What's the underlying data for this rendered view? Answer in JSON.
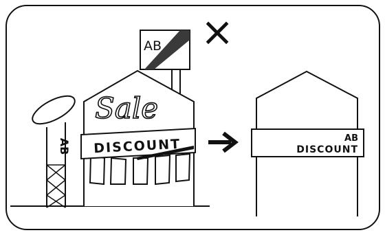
{
  "illustration": {
    "pole_sign_text": "AB",
    "rooftop_sign_text": "AB",
    "window_script_text": "Sale",
    "before_band_text": "DISCOUNT",
    "prohibited_mark": "×",
    "after_band_line1": "AB",
    "after_band_line2": "DISCOUNT"
  }
}
